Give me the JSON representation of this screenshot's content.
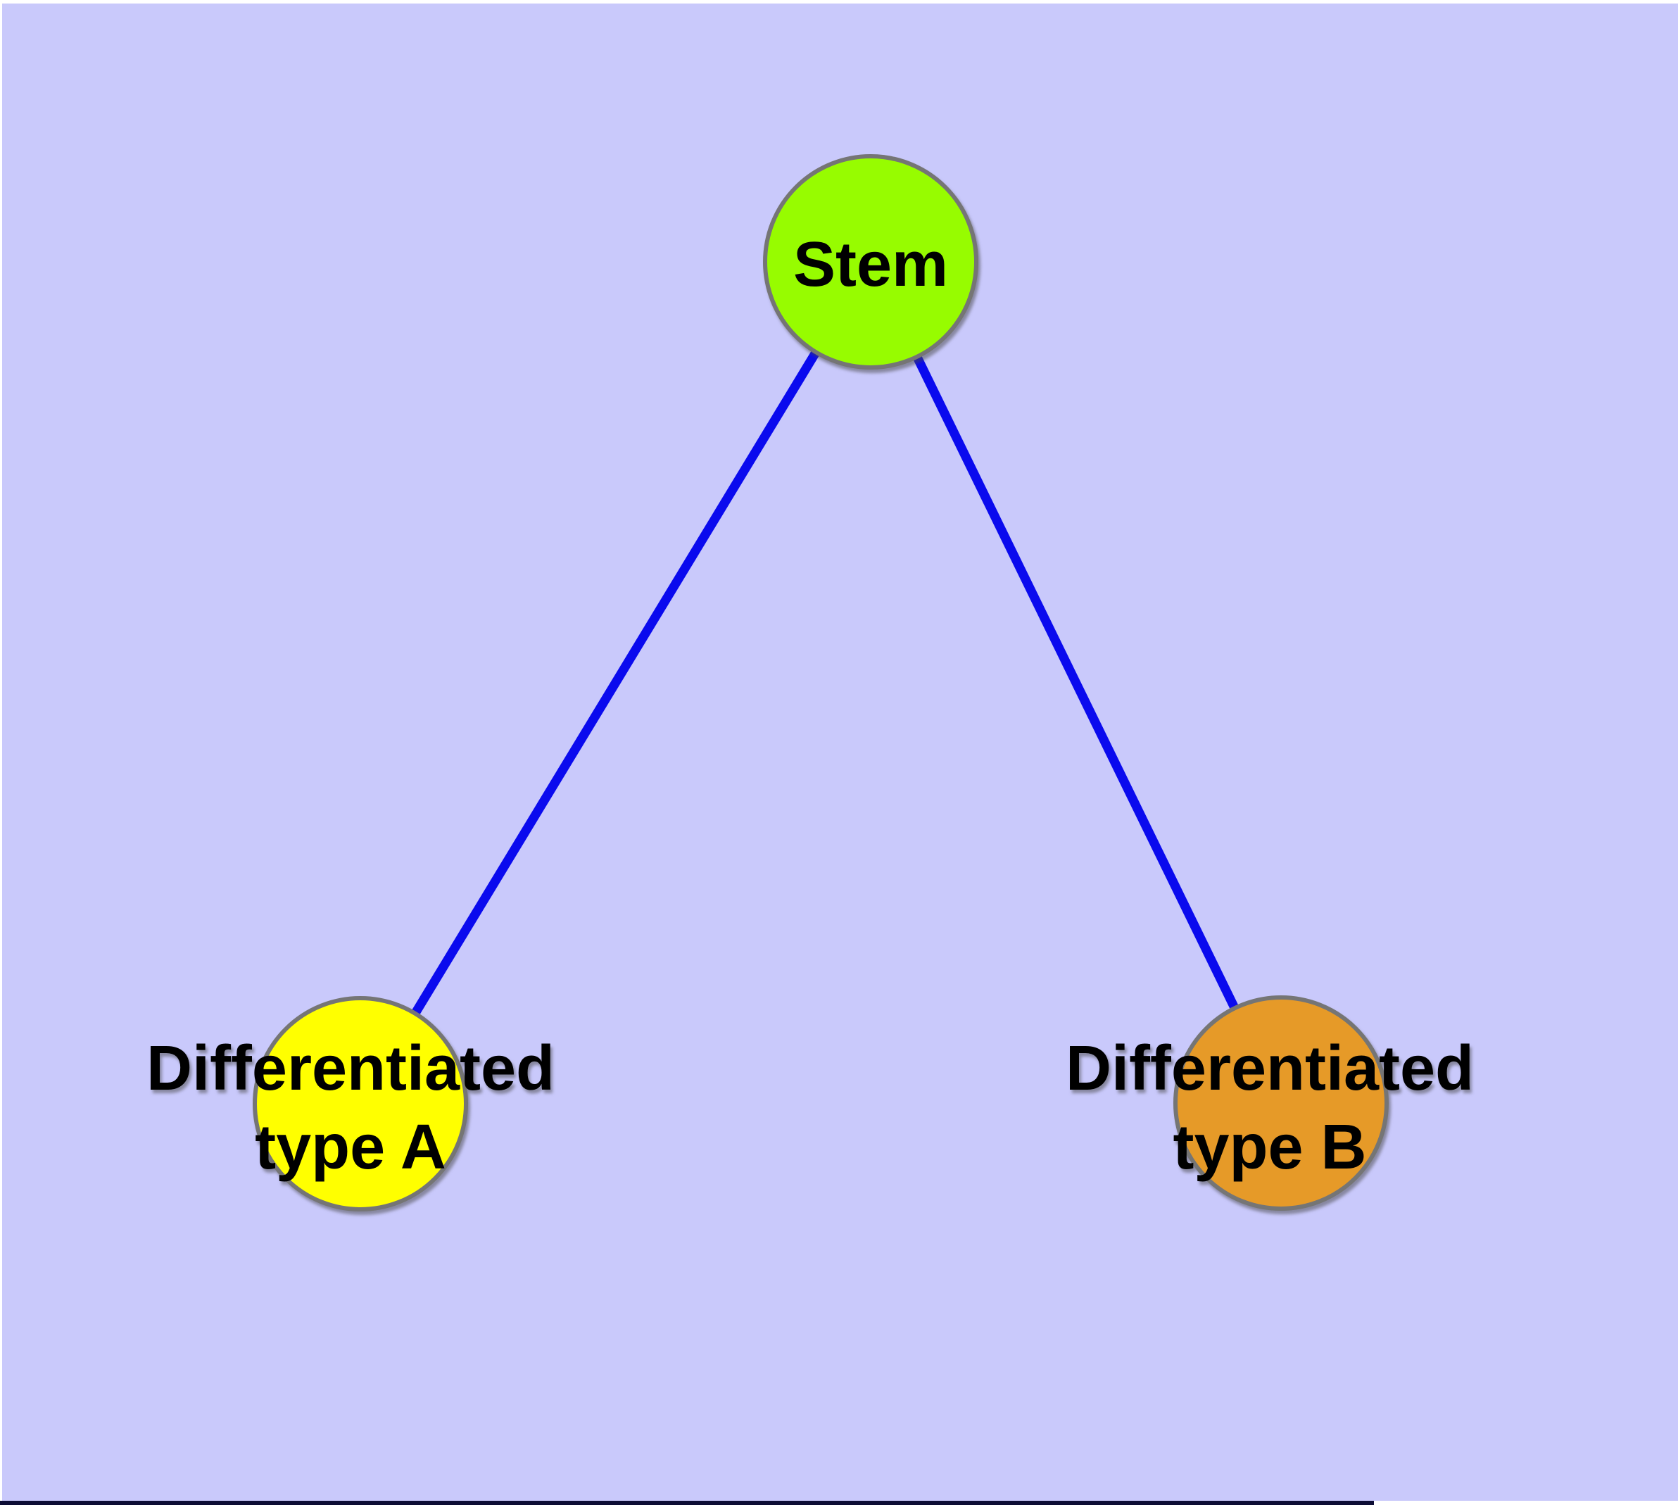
{
  "diagram": {
    "type": "concept-map-graph",
    "background_color": "#c9c9fb",
    "edge_color": "#0a0aee",
    "node_border_color": "#757575",
    "nodes": {
      "stem": {
        "label": "Stem",
        "color": "#97fc00"
      },
      "type_a": {
        "label": "Differentiated type A",
        "label_line1": "Differentiated",
        "label_line2": "type A",
        "color": "#ffff00"
      },
      "type_b": {
        "label": "Differentiated type B",
        "label_line1": "Differentiated",
        "label_line2": "type B",
        "color": "#e69a28"
      }
    },
    "edges": [
      {
        "from": "Stem",
        "to": "Differentiated type A"
      },
      {
        "from": "Stem",
        "to": "Differentiated type B"
      }
    ]
  },
  "frame": {
    "top_strip_color": "#ffffff",
    "left_strip_color": "#ffffff",
    "bottom_strip_left_color": "#0d0d35",
    "bottom_strip_right_color": "#ffffff"
  }
}
